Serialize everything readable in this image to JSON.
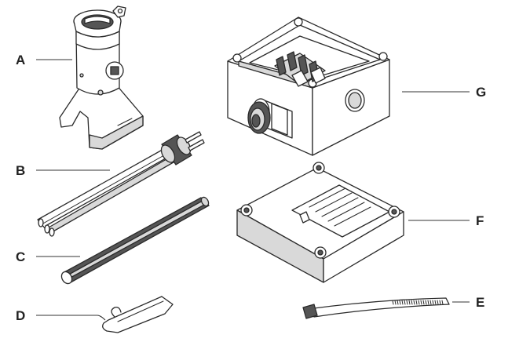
{
  "labels": {
    "a": "A",
    "b": "B",
    "c": "C",
    "d": "D",
    "e": "E",
    "f": "F",
    "g": "G"
  },
  "colors": {
    "stroke": "#2a2a2a",
    "shade": "#d9d9d9",
    "dark": "#555555",
    "background": "#ffffff"
  }
}
